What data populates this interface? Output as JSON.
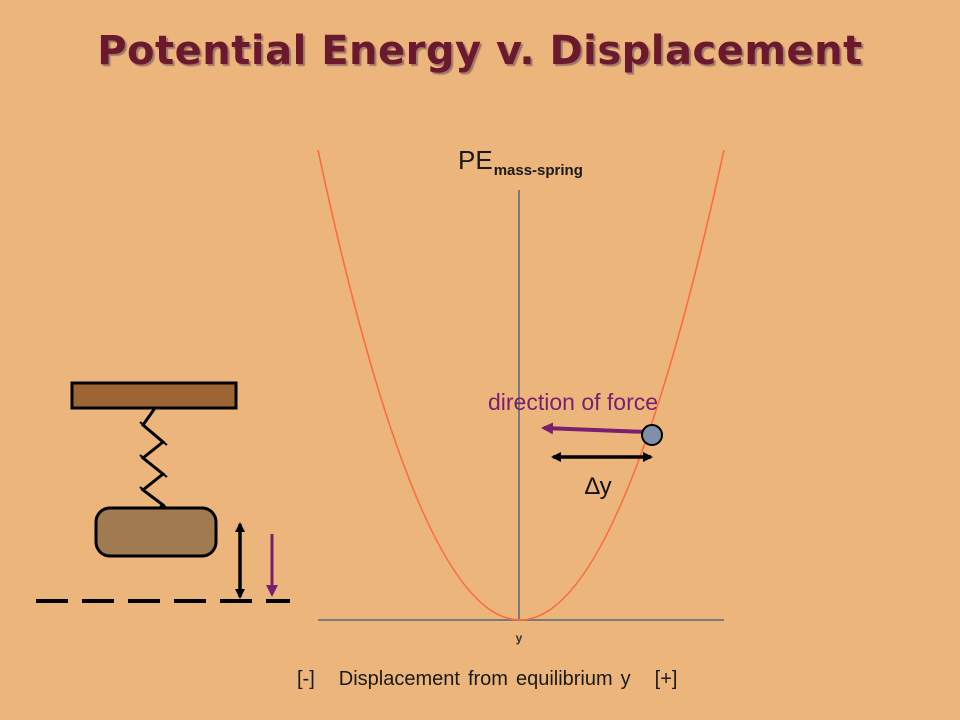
{
  "title": "Potential Energy v. Displacement",
  "graph": {
    "y_axis_label_main": "PE",
    "y_axis_label_sub": "mass-spring",
    "origin_tick_label": "y",
    "force_label": "direction of force",
    "delta_label": "∆y",
    "x_axis": {
      "negative": "[-]",
      "word1": "Displacement",
      "word2": "from",
      "word3": "equilibrium",
      "word4": "y",
      "positive": "[+]"
    }
  },
  "colors": {
    "background": "#ecb57c",
    "title": "#6b1a2e",
    "parabola": "#ff6a3a",
    "force_arrow": "#7a1f6f",
    "ball": "#8090a8",
    "ceiling": "#9c6533",
    "mass": "#a07a50"
  }
}
